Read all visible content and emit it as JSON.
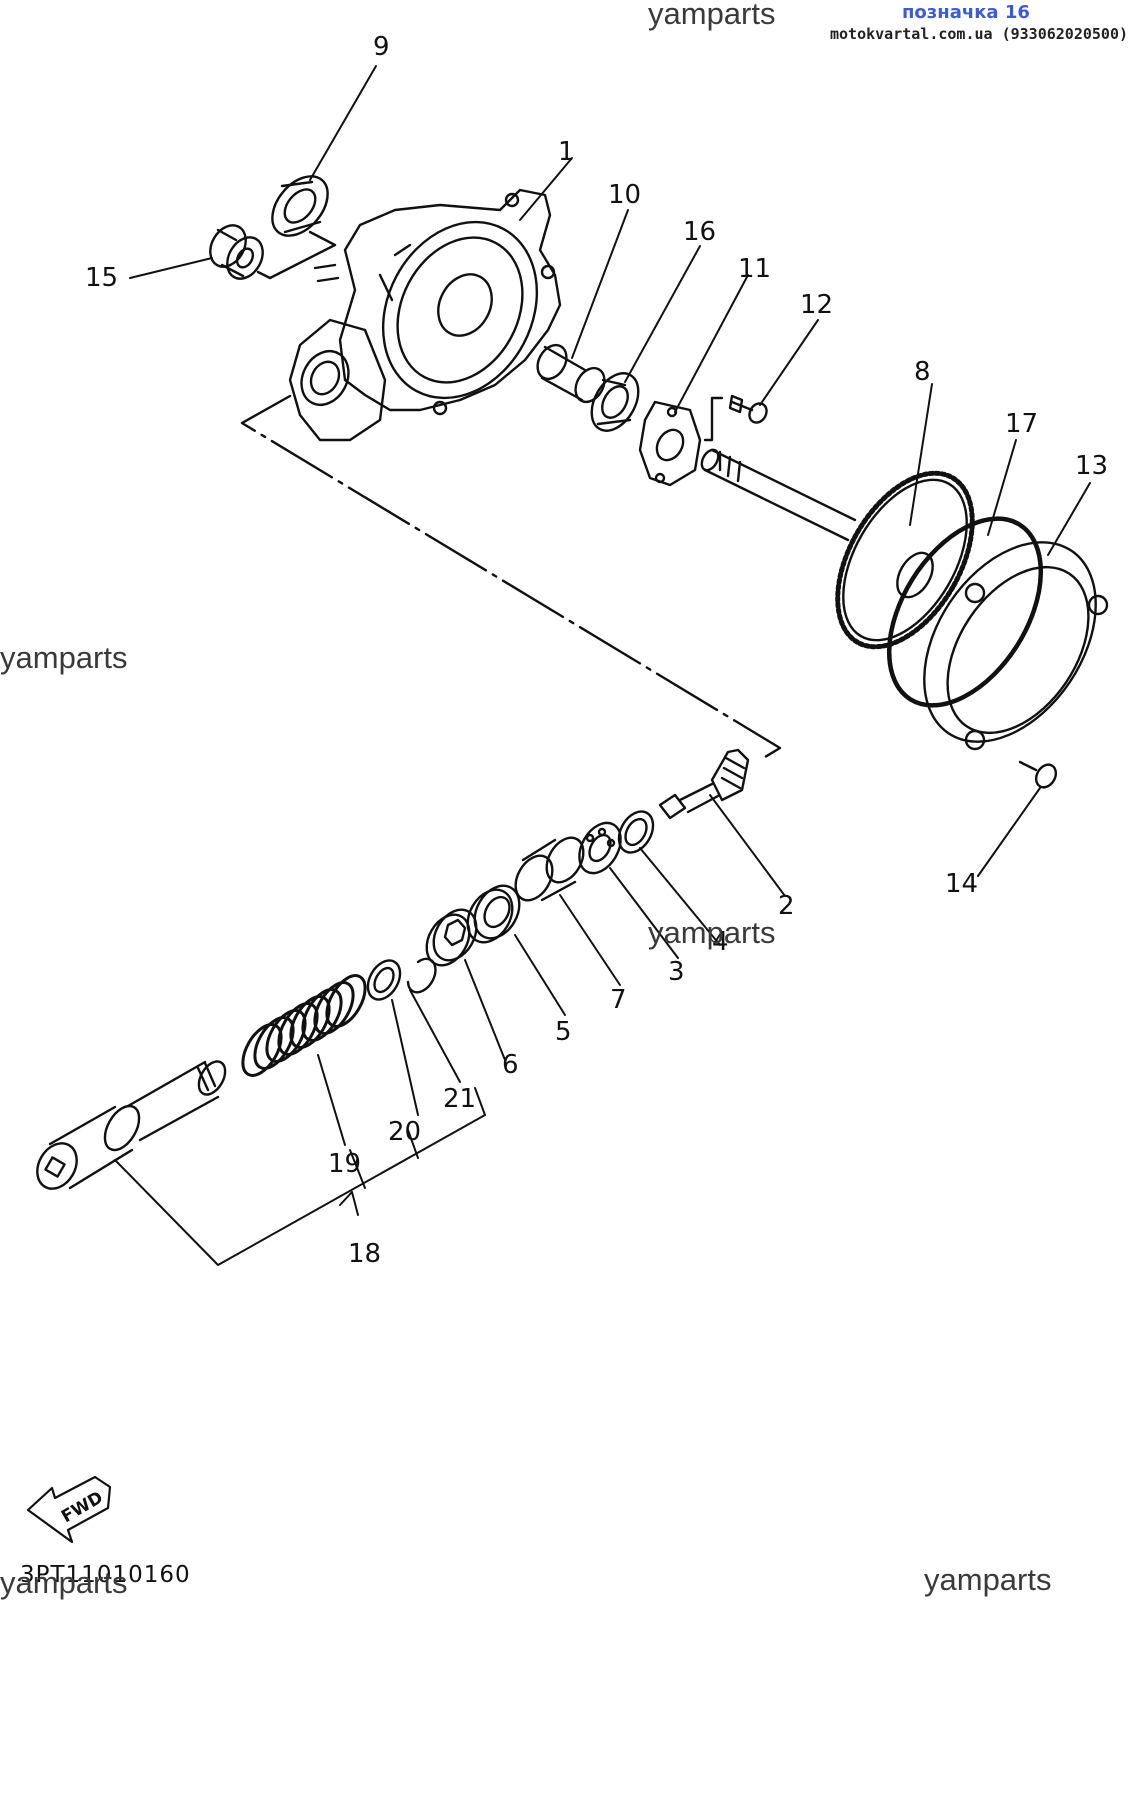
{
  "header": {
    "title": "позначка 16",
    "site": "motokvartal.com.ua (933062020500)"
  },
  "watermarks": [
    "yamparts",
    "yamparts",
    "yamparts",
    "yamparts",
    "yamparts"
  ],
  "diagram_code": "3PT11010160",
  "fwd_label": "FWD",
  "callouts": {
    "c1": "1",
    "c2": "2",
    "c3": "3",
    "c4": "4",
    "c5": "5",
    "c6": "6",
    "c7": "7",
    "c8": "8",
    "c9": "9",
    "c10": "10",
    "c11": "11",
    "c12": "12",
    "c13": "13",
    "c14": "14",
    "c15": "15",
    "c16": "16",
    "c17": "17",
    "c18": "18",
    "c19": "19",
    "c20": "20",
    "c21": "21"
  }
}
